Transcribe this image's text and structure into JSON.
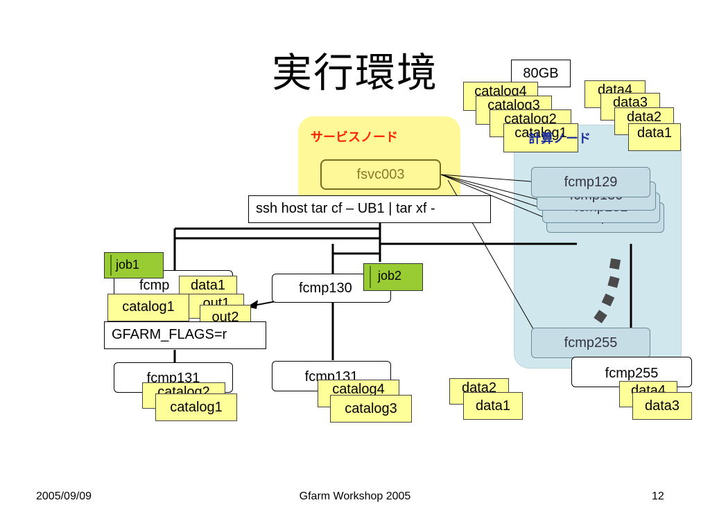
{
  "slide": {
    "title": "実行環境",
    "footer": {
      "date": "2005/09/09",
      "center": "Gfarm Workshop 2005",
      "page": "12"
    }
  },
  "regions": {
    "service_label": "サービスノード",
    "compute_label": "計算ノード"
  },
  "service_node": "fsvc003",
  "capacity_label": "80GB",
  "command": "ssh host tar cf – UB1 | tar xf -",
  "env_flag": "GFARM_FLAGS=r",
  "compute_nodes": {
    "top": [
      "fcmp129",
      "fcmp130",
      "fcmp131",
      "fcmp131"
    ],
    "bottom": "fcmp255"
  },
  "top_catalogs": [
    "catalog4",
    "catalog3",
    "catalog2",
    "catalog1"
  ],
  "top_data": [
    "data4",
    "data3",
    "data2",
    "data1"
  ],
  "hosts": {
    "h1": "fcmp",
    "h2": "fcmp130",
    "h3": "fcmp131",
    "h4": "fcmp131",
    "h5": "fcmp255"
  },
  "jobs": {
    "job1": "job1",
    "job2": "job2"
  },
  "docs": {
    "h1_data": "data1",
    "h1_catalog": "catalog1",
    "h1_out1": "out1",
    "h1_out2": "out2",
    "h3_catalog2": "catalog2",
    "h3_catalog1": "catalog1",
    "h4_catalog4": "catalog4",
    "h4_catalog3": "catalog3",
    "mid_data2": "data2",
    "mid_data1": "data1",
    "h5_data4": "data4",
    "h5_data3": "data3"
  },
  "colors": {
    "service_fill": "#fff899",
    "compute_fill": "#bedee8",
    "doc_fill": "#ffff99",
    "job_fill": "#99cc33",
    "service_label": "#ff2200",
    "compute_label": "#1e2f9e"
  }
}
